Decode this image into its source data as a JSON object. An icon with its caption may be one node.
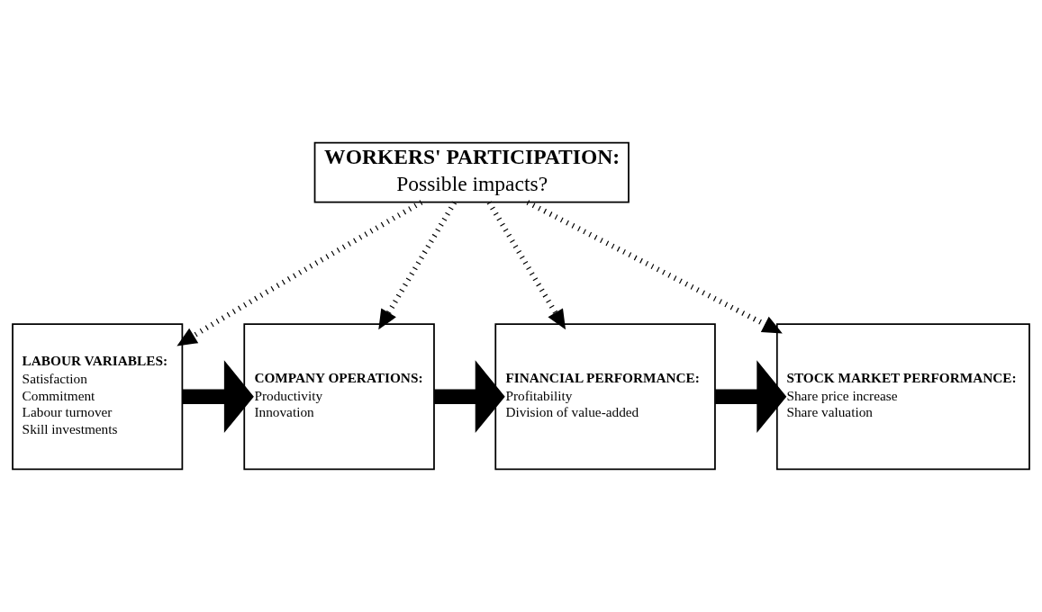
{
  "diagram": {
    "nodes": [
      {
        "text": [
          "WORKERS' PARTICIPATION:",
          "Possible impacts?"
        ]
      },
      {
        "text": [
          "LABOUR VARIABLES:",
          "Satisfaction",
          "Commitment",
          "Labour turnover",
          "Skill investments"
        ]
      },
      {
        "text": [
          "COMPANY OPERATIONS:",
          "Productivity",
          "Innovation"
        ]
      },
      {
        "text": [
          "FINANCIAL PERFORMANCE:",
          "Profitability",
          "Division of value-added"
        ]
      },
      {
        "text": [
          "STOCK MARKET PERFORMANCE:",
          "Share price increase",
          "Share valuation"
        ]
      }
    ],
    "edges": [
      {
        "from": 0,
        "to": 1,
        "arrow": "to",
        "style": "dashed"
      },
      {
        "from": 0,
        "to": 2,
        "arrow": "to",
        "style": "dashed"
      },
      {
        "from": 0,
        "to": 3,
        "arrow": "to",
        "style": "dashed"
      },
      {
        "from": 0,
        "to": 4,
        "arrow": "to",
        "style": "dashed"
      },
      {
        "from": 1,
        "to": 2,
        "arrow": "to",
        "style": "thick"
      },
      {
        "from": 2,
        "to": 3,
        "arrow": "to",
        "style": "thick"
      },
      {
        "from": 3,
        "to": 4,
        "arrow": "to",
        "style": "thick"
      }
    ]
  }
}
